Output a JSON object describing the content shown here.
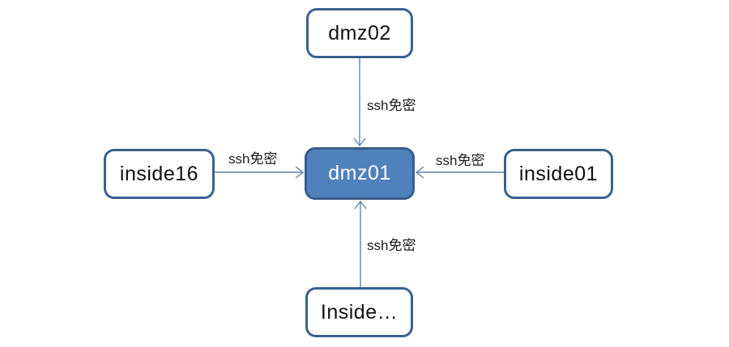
{
  "diagram": {
    "nodes": {
      "dmz02": {
        "label": "dmz02"
      },
      "inside16": {
        "label": "inside16"
      },
      "dmz01": {
        "label": "dmz01"
      },
      "inside01": {
        "label": "inside01"
      },
      "inside_more": {
        "label": "Inside…"
      }
    },
    "edges": {
      "top": {
        "label": "ssh免密",
        "from": "dmz02",
        "to": "dmz01"
      },
      "left": {
        "label": "ssh免密",
        "from": "inside16",
        "to": "dmz01"
      },
      "right": {
        "label": "ssh免密",
        "from": "inside01",
        "to": "dmz01"
      },
      "bottom": {
        "label": "ssh免密",
        "from": "inside_more",
        "to": "dmz01"
      }
    },
    "colors": {
      "node_border": "#3a618f",
      "node_fill": "#ffffff",
      "center_fill": "#4f81bd",
      "center_border": "#385d8a",
      "center_text": "#ffffff",
      "connector": "#5b84ad",
      "label_text": "#1c1c1c"
    }
  }
}
